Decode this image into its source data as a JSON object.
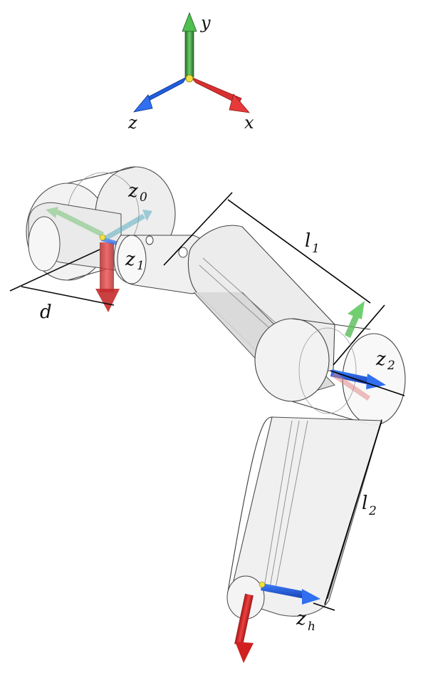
{
  "frame_axes": {
    "x_label": "x",
    "y_label": "y",
    "z_label": "z",
    "colors": {
      "x": "#e03030",
      "y": "#3a9a3a",
      "z": "#1f5fe0"
    }
  },
  "labels": {
    "z0": {
      "base": "z",
      "sub": "0"
    },
    "z1": {
      "base": "z",
      "sub": "1"
    },
    "z2": {
      "base": "z",
      "sub": "2"
    },
    "zh": {
      "base": "z",
      "sub": "h"
    },
    "d": "d",
    "l1": {
      "base": "l",
      "sub": "1"
    },
    "l2": {
      "base": "l",
      "sub": "2"
    }
  }
}
